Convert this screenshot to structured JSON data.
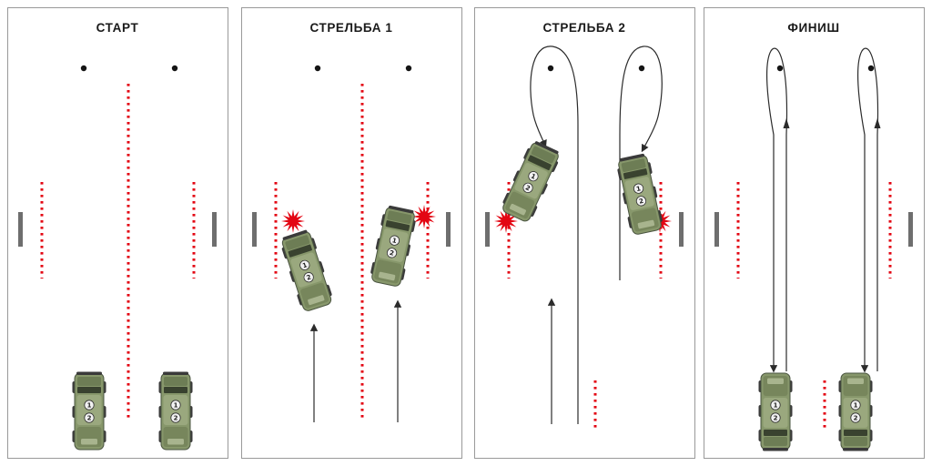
{
  "figure": {
    "type": "military-driving-and-shooting-course-stages",
    "background": "#ffffff",
    "panel_count": 4
  },
  "panels": [
    {
      "id": "start",
      "title": "СТАРТ"
    },
    {
      "id": "shooting-1",
      "title": "СТРЕЛЬБА 1"
    },
    {
      "id": "shooting-2",
      "title": "СТРЕЛЬБА 2"
    },
    {
      "id": "finish",
      "title": "ФИНИШ"
    }
  ],
  "vehicle": {
    "badge1": "1",
    "badge2": "2"
  },
  "colors": {
    "course_line_red": "#e30613",
    "burst_red": "#e30613",
    "barrier_gray": "#6e6e6e",
    "vehicle_green": "#87976b",
    "arrow_black": "#2b2b2b",
    "panel_border_gray": "#999999",
    "target_dot_black": "#151515"
  },
  "icons": {
    "target_post": "black-dot",
    "shot_burst": "red-explosion-star",
    "vehicle": "armored-truck-top-view",
    "barrier": "gray-vertical-block",
    "divider": "red-dotted-line",
    "route": "black-arrow-path"
  }
}
